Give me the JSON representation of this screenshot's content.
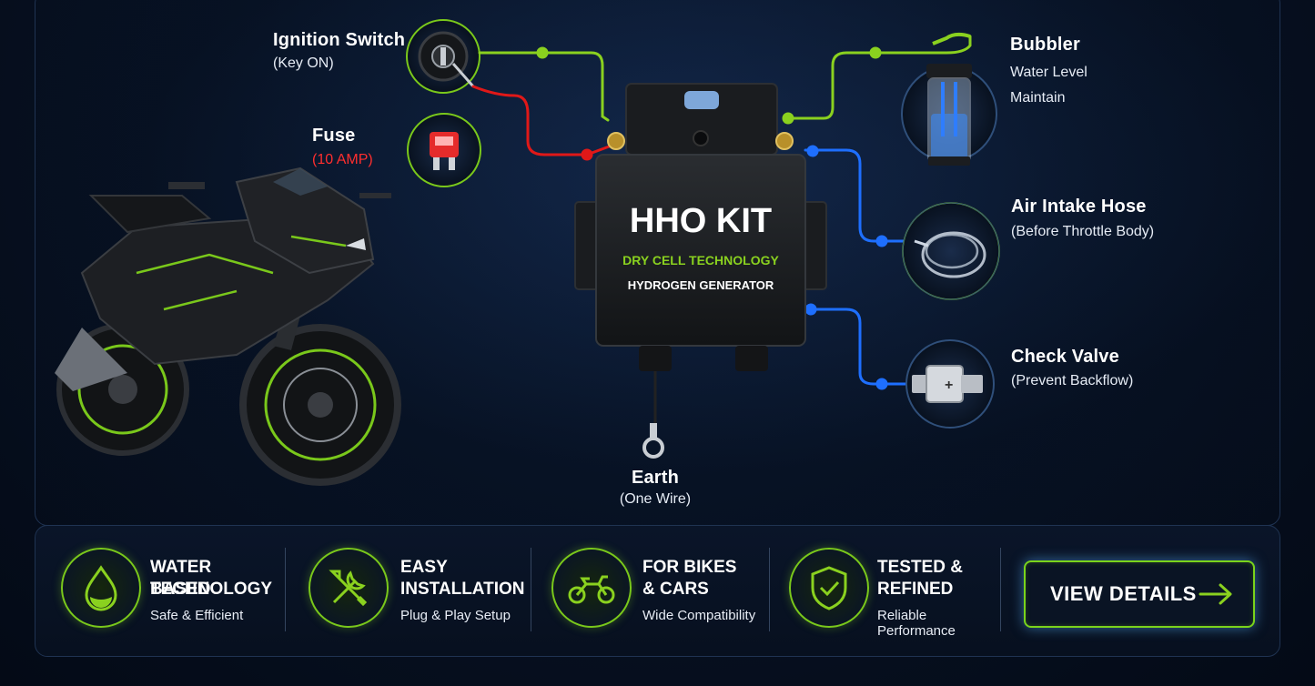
{
  "kit": {
    "title": "HHO KIT",
    "subtitle": "DRY CELL TECHNOLOGY",
    "caption": "HYDROGEN GENERATOR"
  },
  "components": {
    "ignition": {
      "title": "Ignition Switch",
      "sub": "(Key ON)"
    },
    "fuse": {
      "title": "Fuse",
      "sub": "(10 AMP)"
    },
    "bubbler": {
      "title": "Bubbler",
      "line1": "Water Level",
      "line2": "Maintain"
    },
    "air_intake": {
      "title": "Air Intake Hose",
      "sub": "(Before Throttle Body)"
    },
    "check_valve": {
      "title": "Check Valve",
      "sub": "(Prevent Backflow)"
    },
    "earth": {
      "title": "Earth",
      "sub": "(One Wire)"
    }
  },
  "features": [
    {
      "title1": "WATER BASED",
      "title2": "TECHNOLOGY",
      "sub": "Safe & Efficient",
      "icon": "water-drop-icon"
    },
    {
      "title1": "EASY",
      "title2": "INSTALLATION",
      "sub": "Plug & Play Setup",
      "icon": "tools-icon"
    },
    {
      "title1": "FOR BIKES",
      "title2": "& CARS",
      "sub": "Wide Compatibility",
      "icon": "motorcycle-icon"
    },
    {
      "title1": "TESTED &",
      "title2": "REFINED",
      "sub": "Reliable Performance",
      "icon": "shield-check-icon"
    }
  ],
  "cta": {
    "label": "VIEW DETAILS",
    "icon": "arrow-right-icon"
  },
  "colors": {
    "green": "#8ad11f",
    "red": "#e01818",
    "blue": "#1e6fff",
    "background": "#071224"
  }
}
